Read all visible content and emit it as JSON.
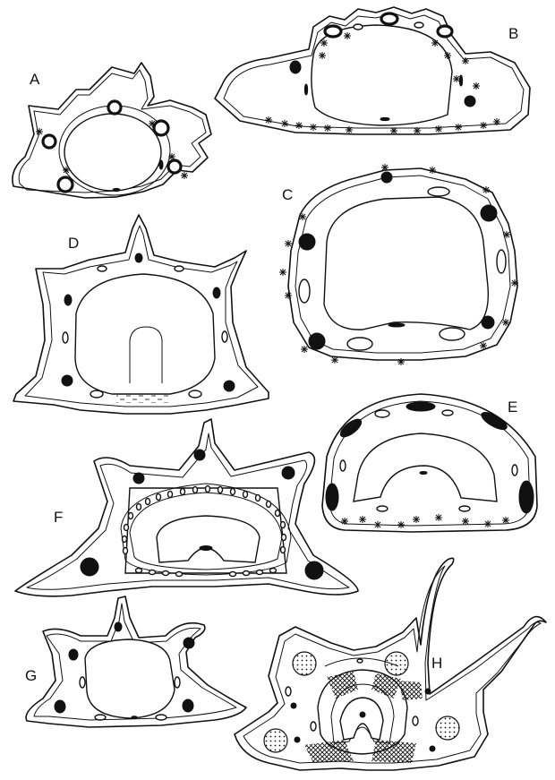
{
  "figure": {
    "panels": [
      {
        "id": "a",
        "label": "A"
      },
      {
        "id": "b",
        "label": "B"
      },
      {
        "id": "c",
        "label": "C"
      },
      {
        "id": "d",
        "label": "D"
      },
      {
        "id": "e",
        "label": "E"
      },
      {
        "id": "f",
        "label": "F"
      },
      {
        "id": "g",
        "label": "G"
      },
      {
        "id": "h",
        "label": "H"
      }
    ]
  },
  "colors": {
    "line": "#111111",
    "background": "#ffffff"
  }
}
